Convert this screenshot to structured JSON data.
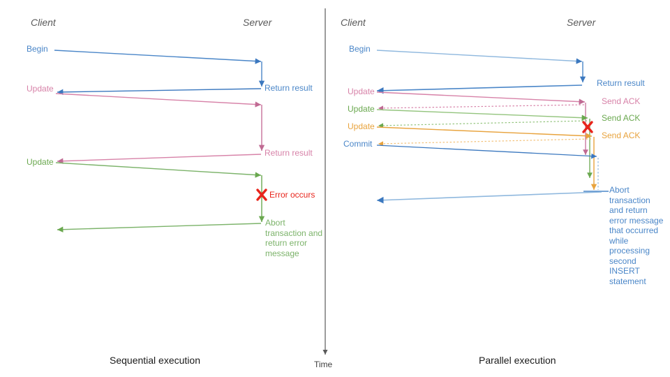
{
  "diagram": {
    "title_domain": "database-transaction-sequence-diagram",
    "time_axis": {
      "label": "Time",
      "color": "#595959"
    },
    "colors": {
      "blue": "#4a86c8",
      "blue_dark": "#3b78bf",
      "blue_light": "#8fb8de",
      "pink": "#d782a8",
      "green": "#6aa84f",
      "green_light": "#93c47d",
      "orange": "#e8a33d",
      "orange_light": "#f3c178",
      "red": "#e8241b",
      "gray": "#595959",
      "black": "#1a1a1a"
    },
    "panels": [
      {
        "id": "sequential",
        "caption": "Sequential execution",
        "actors": {
          "client": "Client",
          "server": "Server"
        },
        "client_messages": [
          {
            "text": "Begin",
            "color": "blue"
          },
          {
            "text": "Update",
            "color": "pink"
          },
          {
            "text": "Update",
            "color": "green"
          }
        ],
        "server_messages": [
          {
            "text": "Return result",
            "color": "blue"
          },
          {
            "text": "Return result",
            "color": "pink"
          }
        ],
        "error": {
          "marker": "X",
          "text": "Error occurs",
          "color": "red"
        },
        "abort_note": "Abort transaction and return error message",
        "abort_note_lines": [
          "Abort",
          "transaction",
          "and return",
          "error message"
        ]
      },
      {
        "id": "parallel",
        "caption": "Parallel execution",
        "actors": {
          "client": "Client",
          "server": "Server"
        },
        "client_messages": [
          {
            "text": "Begin",
            "color": "blue"
          },
          {
            "text": "Update",
            "color": "pink"
          },
          {
            "text": "Update",
            "color": "green"
          },
          {
            "text": "Update",
            "color": "orange"
          },
          {
            "text": "Commit",
            "color": "blue"
          }
        ],
        "server_messages": [
          {
            "text": "Return result",
            "color": "blue"
          },
          {
            "text": "Send ACK",
            "color": "pink"
          },
          {
            "text": "Send ACK",
            "color": "green"
          },
          {
            "text": "Send ACK",
            "color": "orange"
          }
        ],
        "error": {
          "marker": "X",
          "text": "",
          "color": "red"
        },
        "abort_note": "Abort transaction and return error message that occurred while processing second INSERT statement",
        "abort_note_lines": [
          "Abort",
          "transaction",
          "and return",
          "error message",
          "that occurred",
          "while",
          "processing",
          "second",
          "INSERT",
          "statement"
        ]
      }
    ]
  }
}
